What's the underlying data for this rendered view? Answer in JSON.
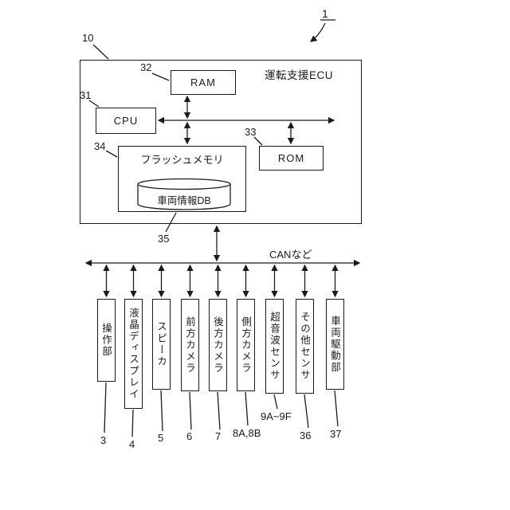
{
  "figure": {
    "number": "1"
  },
  "ecu": {
    "title": "運転支援ECU",
    "ref": "10",
    "blocks": {
      "cpu": {
        "label": "CPU",
        "ref": "31"
      },
      "ram": {
        "label": "RAM",
        "ref": "32"
      },
      "rom": {
        "label": "ROM",
        "ref": "33"
      },
      "flash": {
        "label": "フラッシュメモリ",
        "ref": "34"
      },
      "db": {
        "label": "車両情報DB",
        "ref": "35"
      }
    }
  },
  "bus": {
    "label": "CANなど"
  },
  "devices": [
    {
      "label": "操作部",
      "ref": "3"
    },
    {
      "label": "液晶ディスプレイ",
      "ref": "4"
    },
    {
      "label": "スピーカ",
      "ref": "5"
    },
    {
      "label": "前方カメラ",
      "ref": "6"
    },
    {
      "label": "後方カメラ",
      "ref": "7"
    },
    {
      "label": "側方カメラ",
      "ref": "8A,8B"
    },
    {
      "label": "超音波センサ",
      "ref": "9A~9F"
    },
    {
      "label": "その他センサ",
      "ref": "36"
    },
    {
      "label": "車両駆動部",
      "ref": "37"
    }
  ]
}
